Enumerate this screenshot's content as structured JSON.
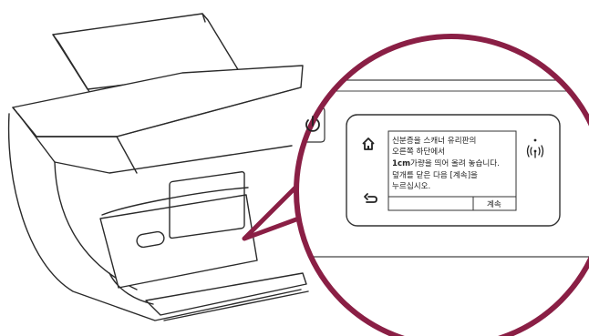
{
  "callout": {
    "accent_color": "#8a1f45",
    "icons": [
      "power-icon",
      "home-icon",
      "back-icon",
      "wireless-icon"
    ],
    "display": {
      "line1": "신분증을 스캐너 유리판의",
      "line2": "오른쪽 하단에서",
      "line3_bold": "1cm",
      "line3_rest": "가량을 띄어 올려 놓습니다.",
      "line4": "덮개를 닫은 다음 [계속]을",
      "line5": "누르십시오.",
      "continue_label": "계속"
    }
  }
}
